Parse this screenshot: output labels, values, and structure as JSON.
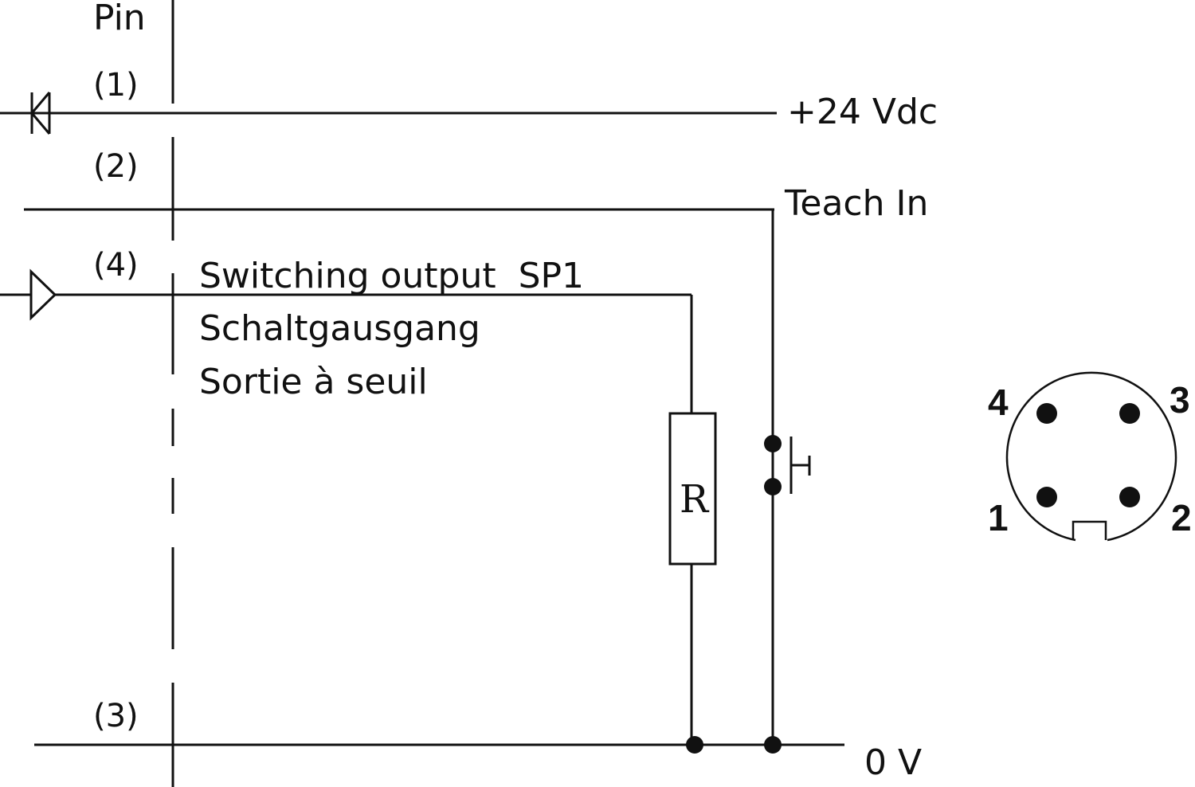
{
  "header": {
    "pin_label": "Pin"
  },
  "pins": {
    "pin1": "(1)",
    "pin2": "(2)",
    "pin4": "(4)",
    "pin3": "(3)"
  },
  "rails": {
    "supply": "+24 Vdc",
    "teach": "Teach In",
    "ground": "0 V"
  },
  "output": {
    "line1": "Switching output  SP1",
    "line2": "Schaltgausgang",
    "line3": "Sortie à seuil"
  },
  "resistor": {
    "label": "R"
  },
  "connector": {
    "n4": "4",
    "n3": "3",
    "n1": "1",
    "n2": "2"
  }
}
